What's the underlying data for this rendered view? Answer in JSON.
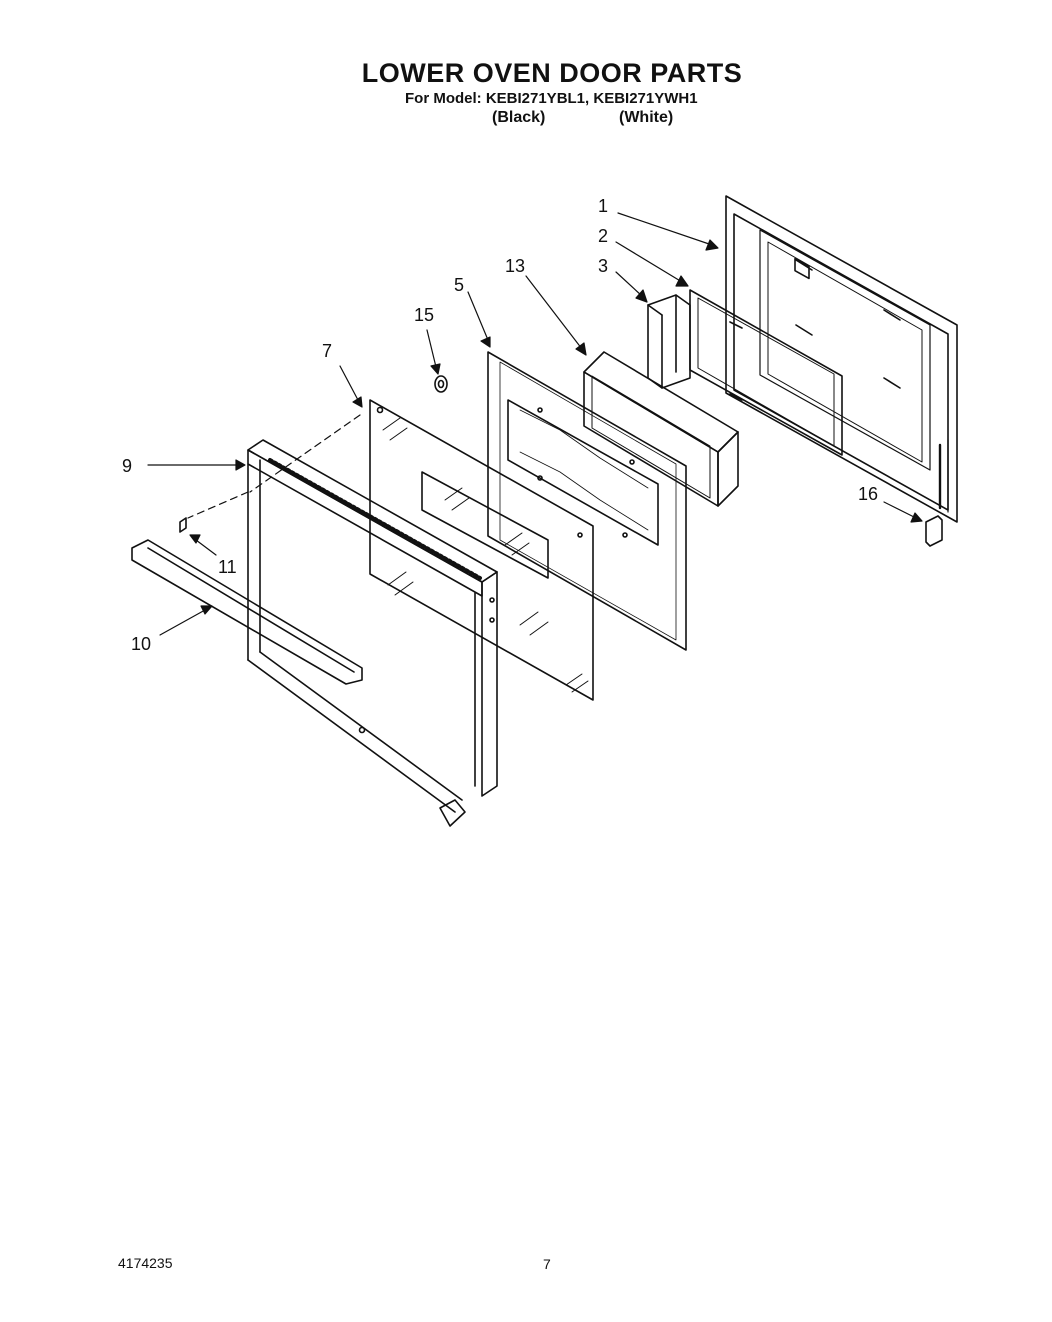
{
  "header": {
    "title": "LOWER OVEN DOOR PARTS",
    "model_line": "For Model: KEBI271YBL1, KEBI271YWH1",
    "variant_black": "(Black)",
    "variant_white": "(White)"
  },
  "callouts": [
    "1",
    "2",
    "3",
    "13",
    "5",
    "15",
    "7",
    "9",
    "11",
    "10",
    "16"
  ],
  "footer": {
    "document_number": "4174235",
    "page_number": "7"
  }
}
